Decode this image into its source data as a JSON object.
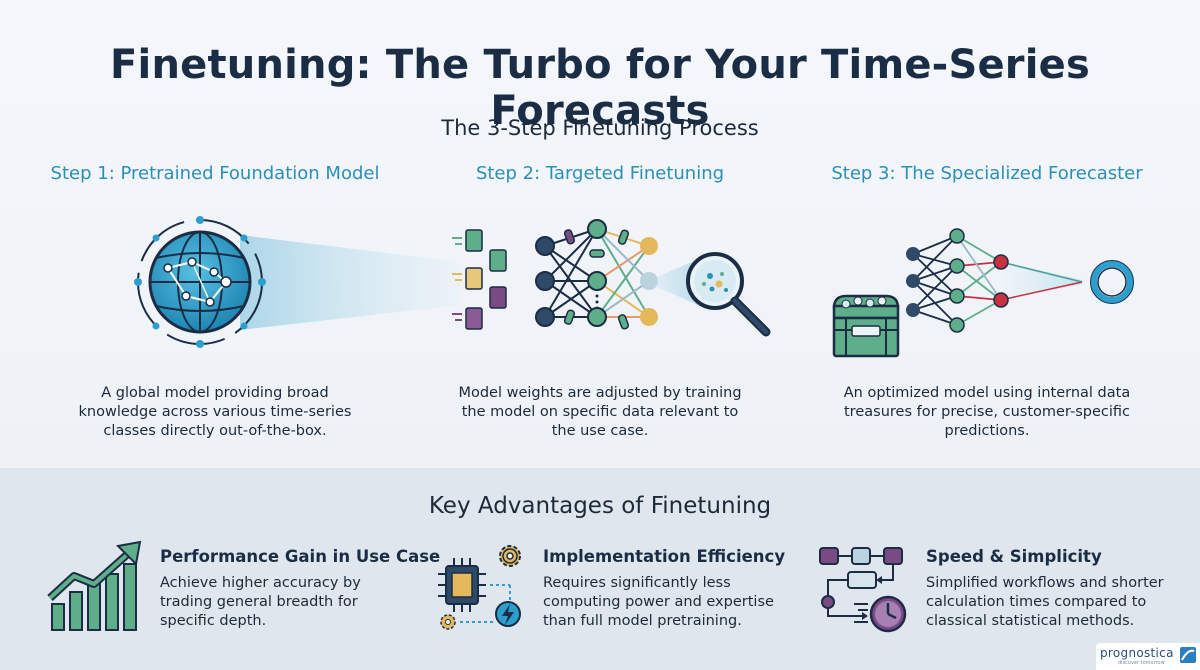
{
  "title": "Finetuning: The Turbo for Your Time-Series Forecasts",
  "process": {
    "heading": "The 3-Step Finetuning Process",
    "steps": [
      {
        "title": "Step 1: Pretrained Foundation Model",
        "description": "A global model providing broad knowledge across various time-series classes directly out-of-the-box."
      },
      {
        "title": "Step 2: Targeted Finetuning",
        "description": "Model weights are adjusted by training the model on specific data relevant to the use case."
      },
      {
        "title": "Step 3: The Specialized Forecaster",
        "description": "An optimized model using internal data treasures for precise, customer-specific predictions."
      }
    ]
  },
  "advantages": {
    "heading": "Key Advantages of Finetuning",
    "items": [
      {
        "title": "Performance Gain in Use Case",
        "description": "Achieve higher accuracy by trading general breadth for specific depth.",
        "icon": "growth-chart-icon"
      },
      {
        "title": "Implementation Efficiency",
        "description": "Requires significantly less computing power and expertise than full model pretraining.",
        "icon": "chip-gear-icon"
      },
      {
        "title": "Speed & Simplicity",
        "description": "Simplified workflows and shorter calculation times compared to classical statistical methods.",
        "icon": "workflow-clock-icon"
      }
    ]
  },
  "logo": {
    "name": "prognostica",
    "tagline": "discover tomorrow"
  },
  "colors": {
    "heading": "#1b2d45",
    "accent_blue": "#2c8fb6",
    "node_dark": "#2f4a68",
    "node_green": "#5fae8a",
    "node_gold": "#e6b85c",
    "node_purple": "#7a4a85",
    "node_red": "#c8323f"
  }
}
